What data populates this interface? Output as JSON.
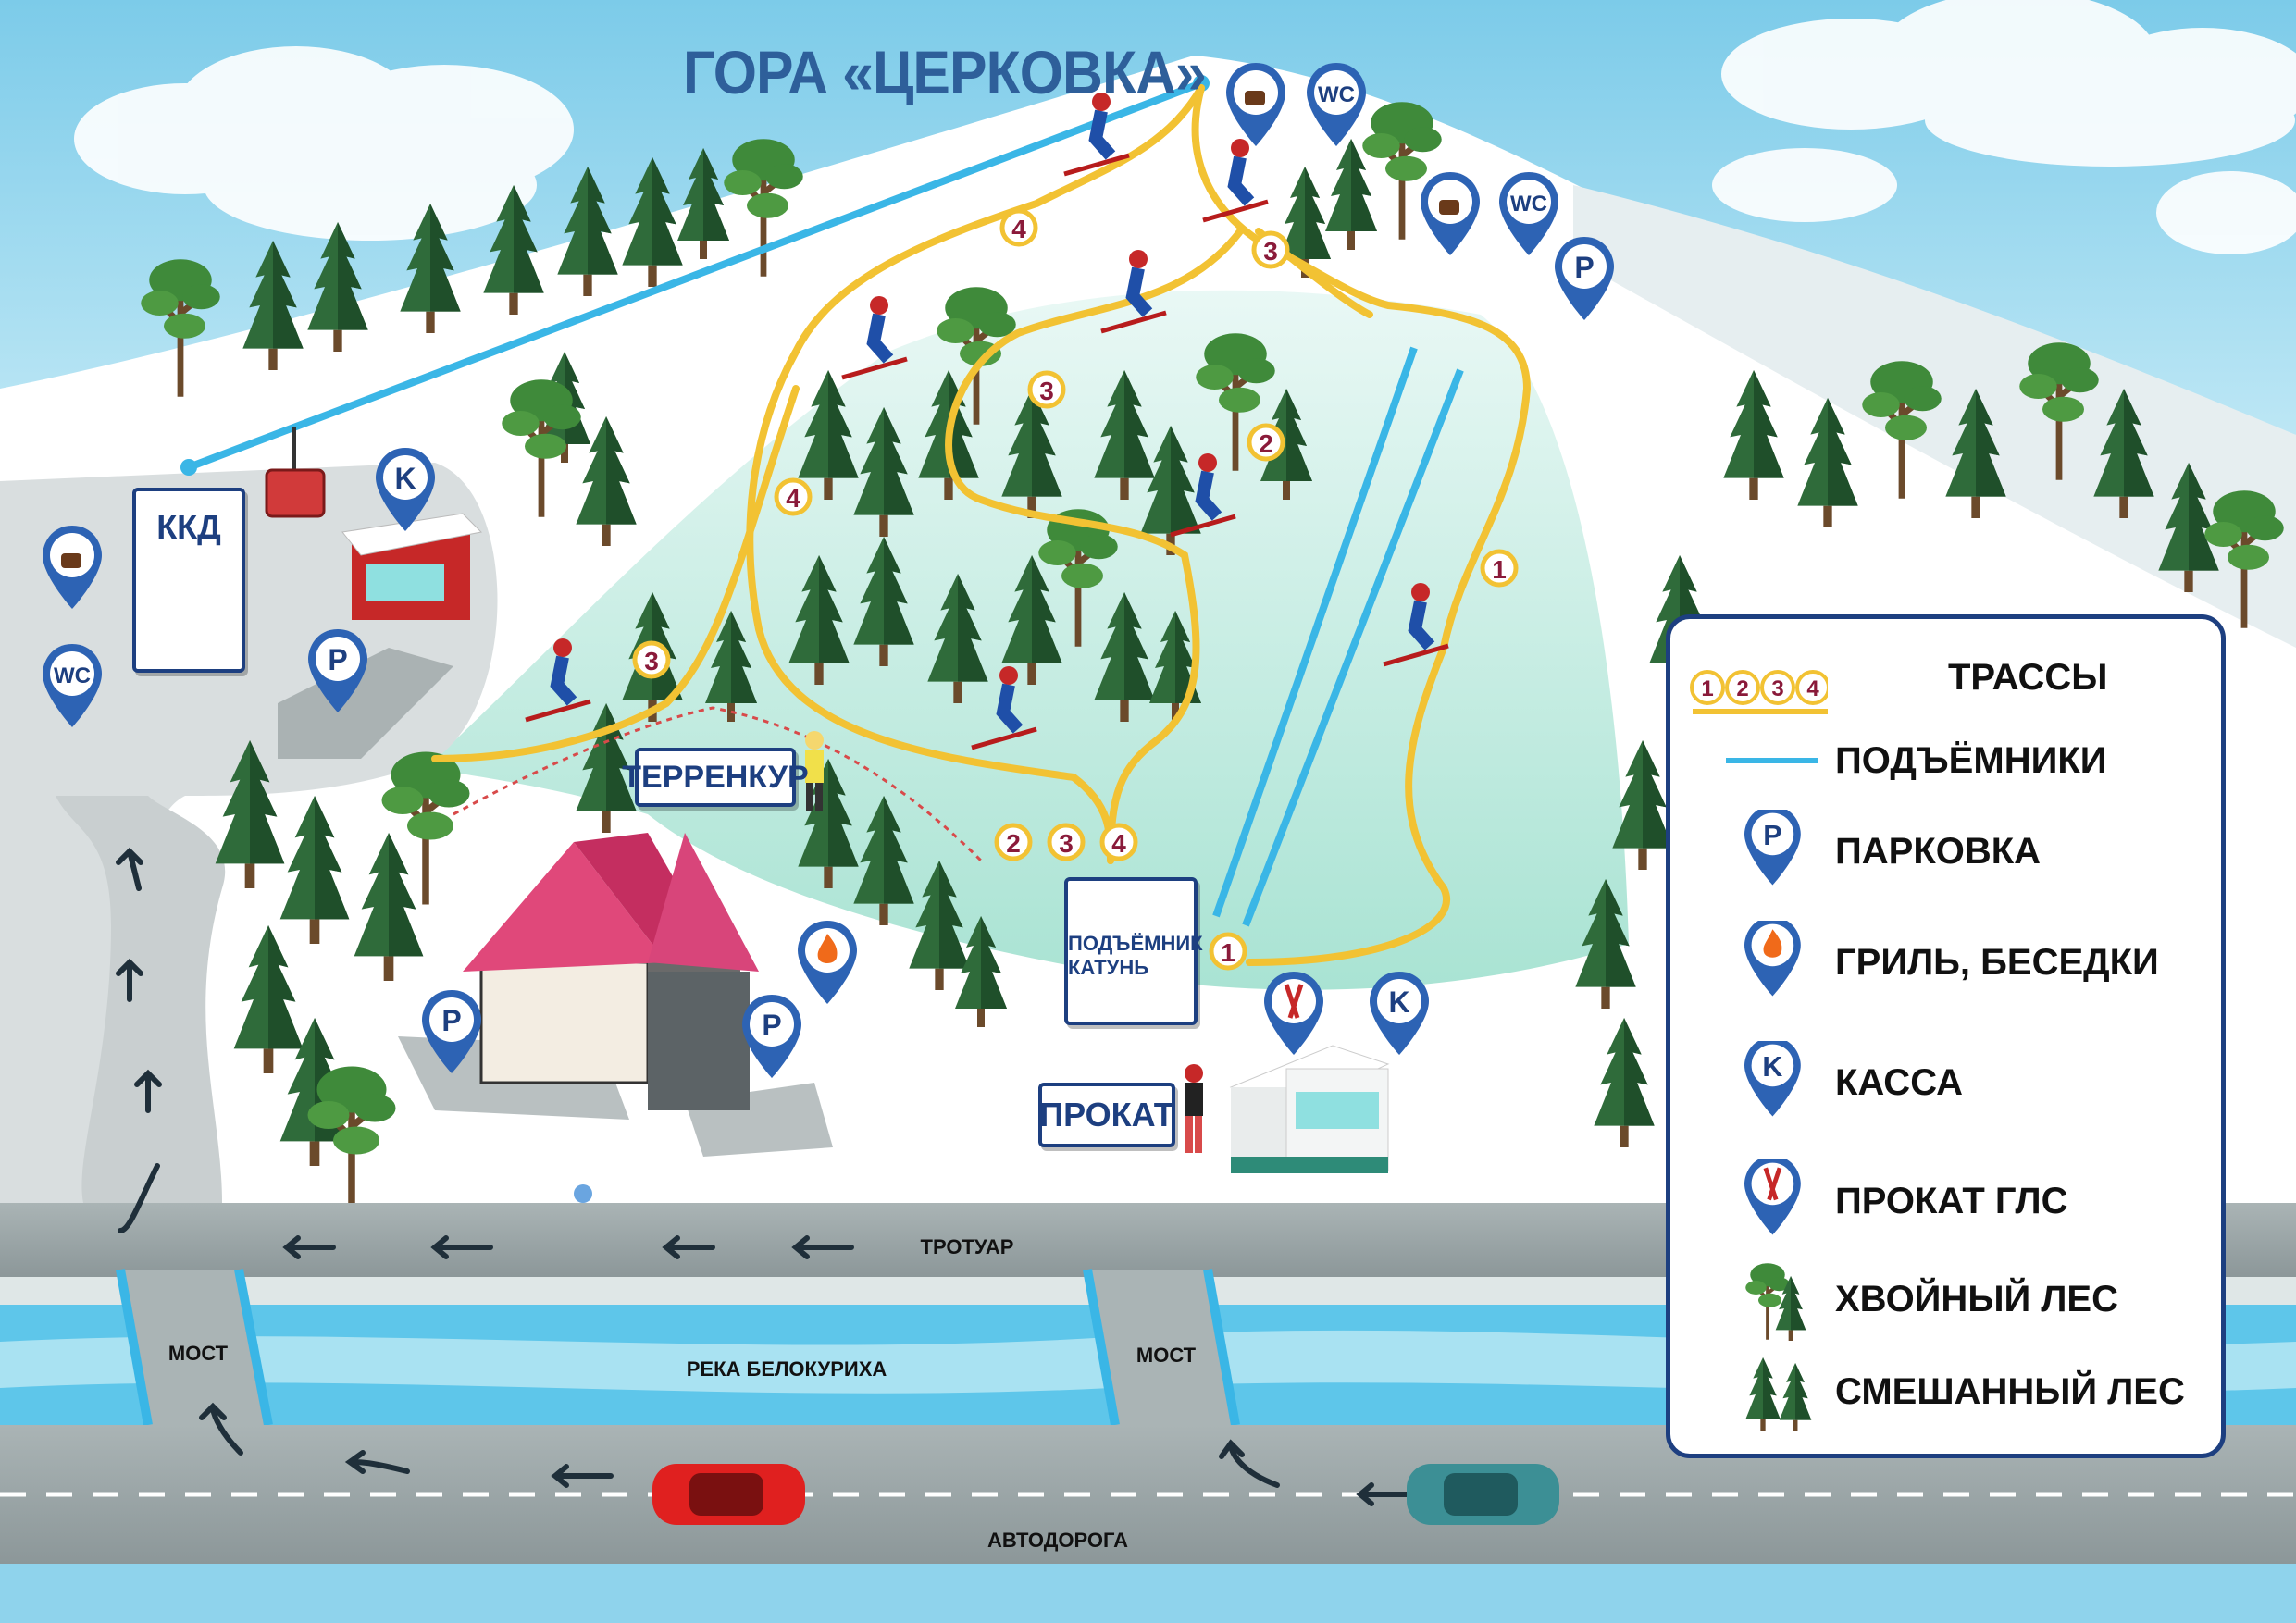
{
  "title": "ГОРА «ЦЕРКОВКА»",
  "signs": {
    "kkd": "ККД",
    "terrenkur": "ТЕРРЕНКУР",
    "prokat": "ПРОКАТ",
    "lift_line1": "ПОДЪЁМНИК",
    "lift_line2": "КАТУНЬ"
  },
  "roads": {
    "sidewalk": "ТРОТУАР",
    "river": "РЕКА БЕЛОКУРИХА",
    "bridge_left": "МОСТ",
    "bridge_right": "МОСТ",
    "highway": "АВТОДОРОГА"
  },
  "trail_markers": {
    "m4a": "4",
    "m4b": "4",
    "m3a": "3",
    "m3b": "3",
    "m3c": "3",
    "m2": "2",
    "m1a": "1",
    "m1b": "1",
    "j2": "2",
    "j3": "3",
    "j4": "4"
  },
  "pins": {
    "parking": "P",
    "wc": "WC",
    "cashier": "K"
  },
  "legend": {
    "trail_numbers": [
      "1",
      "2",
      "3",
      "4"
    ],
    "items": [
      {
        "label": "ТРАССЫ",
        "icon": "trail-icon"
      },
      {
        "label": "ПОДЪЁМНИКИ",
        "icon": "lift-line-icon"
      },
      {
        "label": "ПАРКОВКА",
        "icon": "parking-pin-icon"
      },
      {
        "label": "ГРИЛЬ, БЕСЕДКИ",
        "icon": "fire-pin-icon"
      },
      {
        "label": "КАССА",
        "icon": "cashier-pin-icon"
      },
      {
        "label": "ПРОКАТ ГЛС",
        "icon": "ski-rental-pin-icon"
      },
      {
        "label": "ХВОЙНЫЙ ЛЕС",
        "icon": "conifer-forest-icon"
      },
      {
        "label": "СМЕШАННЫЙ ЛЕС",
        "icon": "mixed-forest-icon"
      }
    ]
  },
  "colors": {
    "sky": "#8fd3ec",
    "snow": "#ffffff",
    "slope": "#bde8de",
    "trail": "#f2c233",
    "lift": "#3ab6e6",
    "pin": "#2d63b4",
    "legend_border": "#1d3f80",
    "river": "#5ec6ea",
    "road": "#9aa6a8"
  }
}
